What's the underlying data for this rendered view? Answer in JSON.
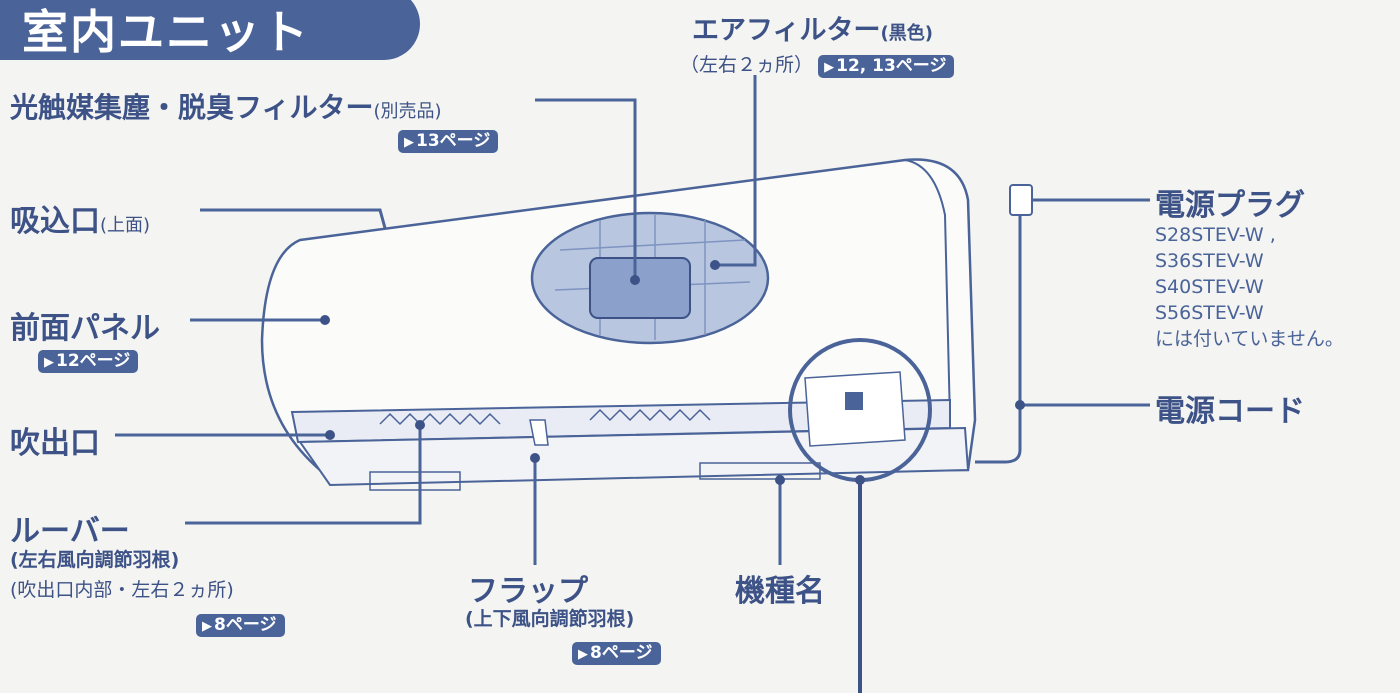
{
  "title": "室内ユニット",
  "labels": {
    "air_filter": {
      "main": "エアフィルター",
      "note": "(黒色)",
      "sub": "（左右２ヵ所）",
      "ref": "12, 13ページ"
    },
    "photocatalyst_filter": {
      "main": "光触媒集塵・脱臭フィルター",
      "note": "(別売品)",
      "ref": "13ページ"
    },
    "intake": {
      "main": "吸込口",
      "note": "(上面)"
    },
    "front_panel": {
      "main": "前面パネル",
      "ref": "12ページ"
    },
    "outlet": {
      "main": "吹出口"
    },
    "louver": {
      "main": "ルーバー",
      "sub1": "(左右風向調節羽根)",
      "sub2": "(吹出口内部・左右２ヵ所)",
      "ref": "8ページ"
    },
    "flap": {
      "main": "フラップ",
      "sub": "(上下風向調節羽根)",
      "ref": "8ページ"
    },
    "model_name": {
      "main": "機種名"
    },
    "power_plug": {
      "main": "電源プラグ",
      "models": [
        "S28STEV-W ,",
        "S36STEV-W",
        "S40STEV-W",
        "S56STEV-W"
      ],
      "note": "には付いていません。"
    },
    "power_cord": {
      "main": "電源コード"
    }
  },
  "colors": {
    "accent": "#4a6398",
    "text": "#3d5286",
    "unit_line": "#6b7fb0",
    "filter_fill": "#b8c6e0"
  }
}
